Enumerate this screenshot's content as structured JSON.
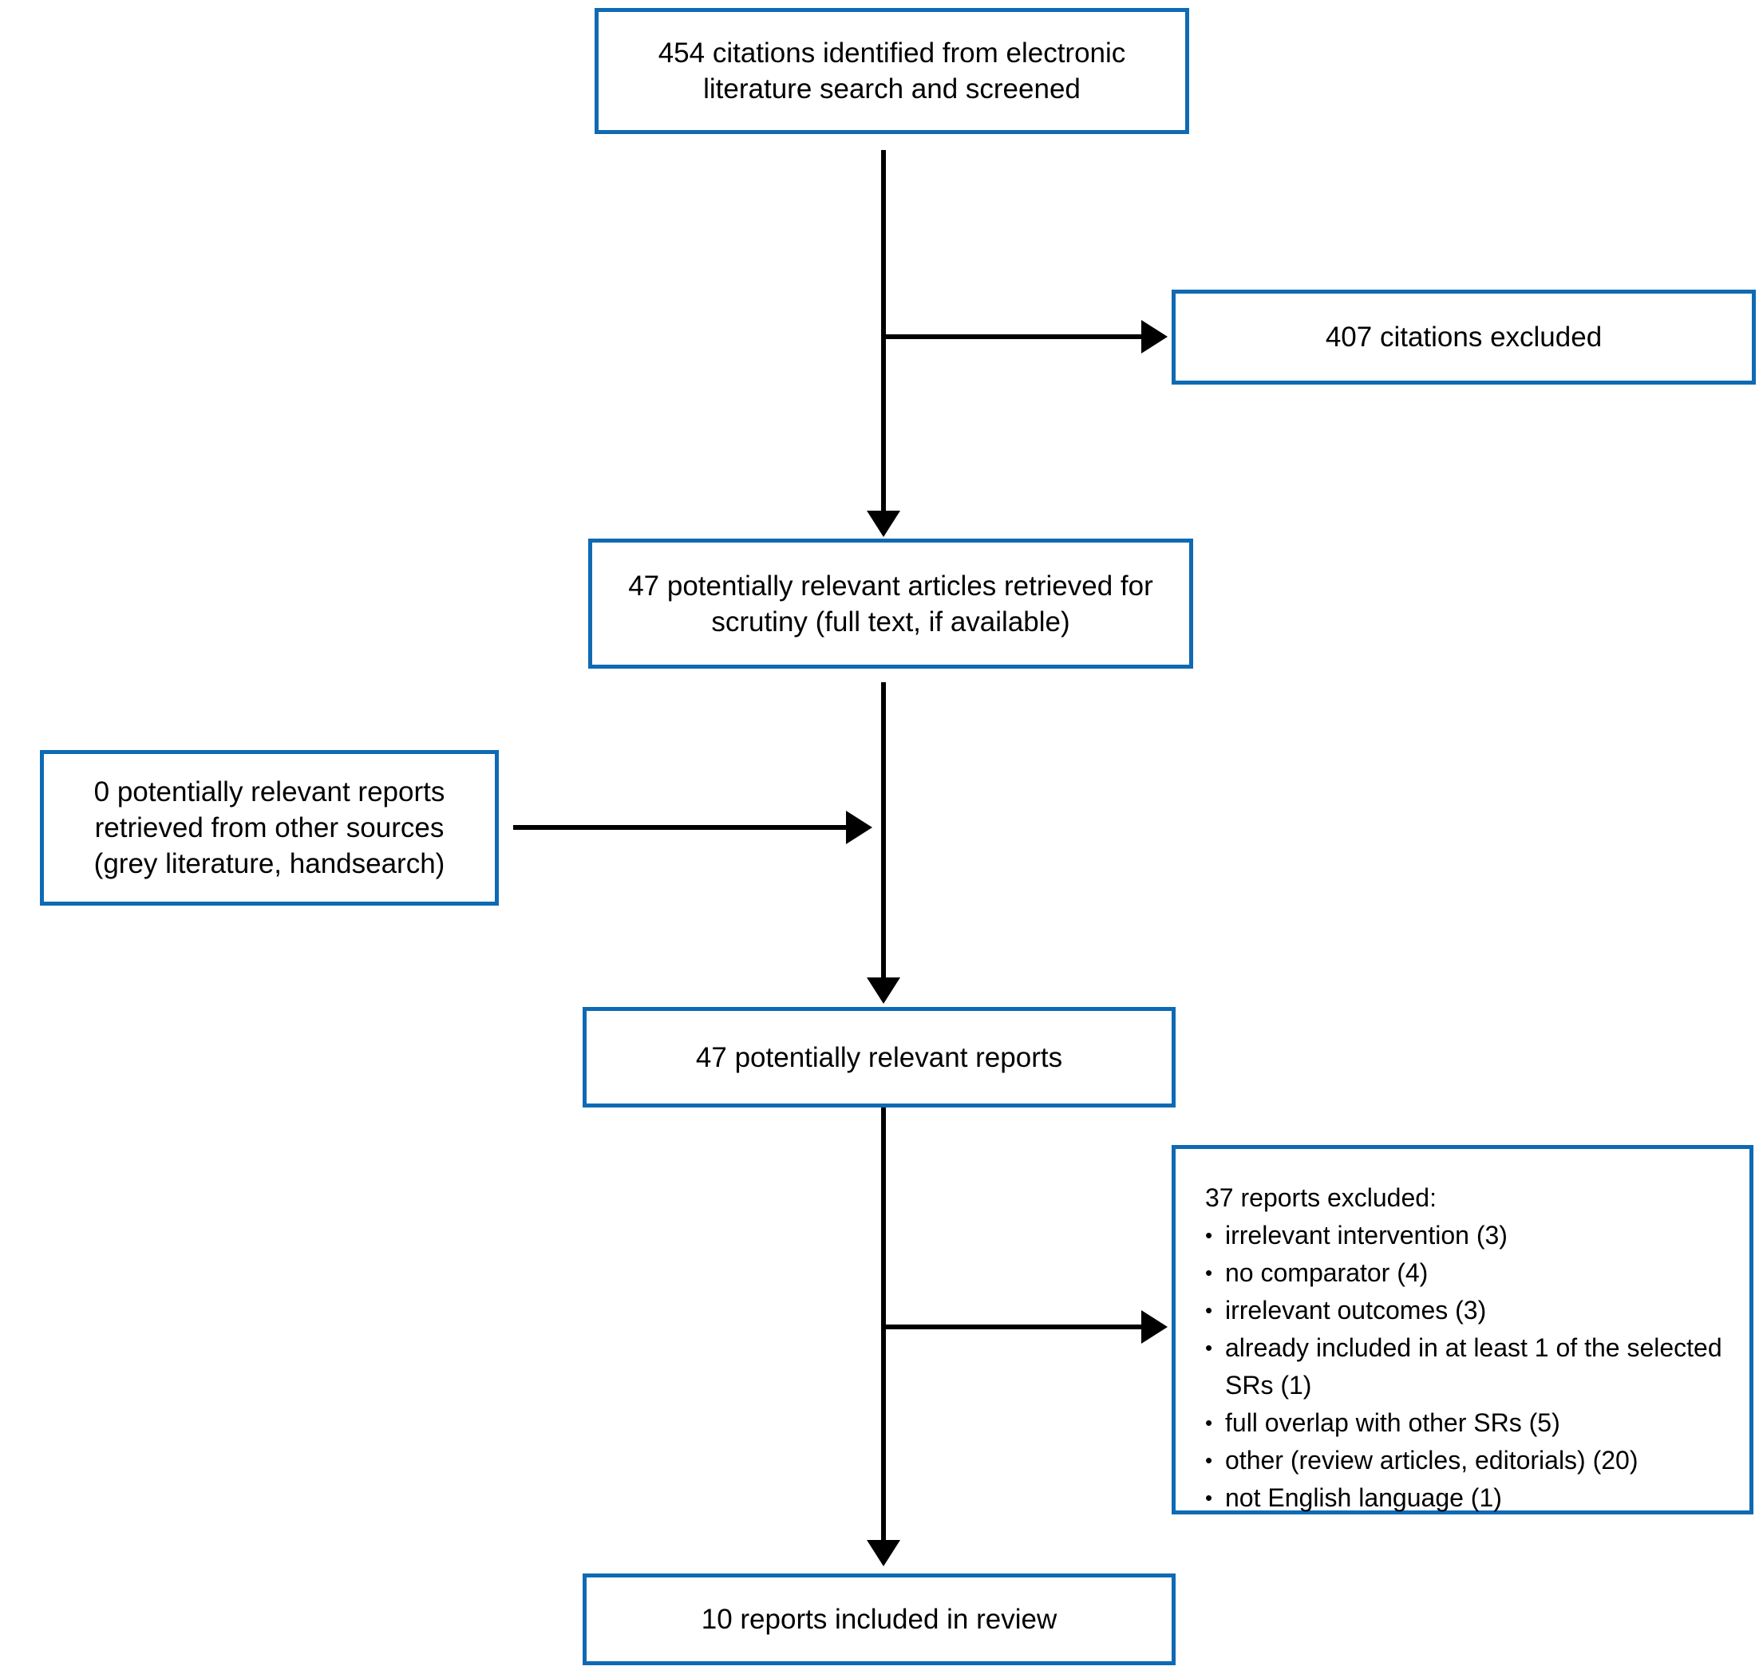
{
  "accent_color": "#0f6ab4",
  "flow": {
    "identified": "454 citations identified from electronic literature search and screened",
    "citations_excluded": "407 citations excluded",
    "articles_retrieved": "47 potentially relevant articles retrieved for scrutiny (full text, if available)",
    "other_sources": "0 potentially relevant reports retrieved from other sources (grey literature, handsearch)",
    "relevant_reports": "47 potentially relevant reports",
    "reports_excluded": {
      "title": "37 reports excluded:",
      "bullet": "•",
      "items": [
        "irrelevant intervention (3)",
        "no comparator (4)",
        "irrelevant outcomes (3)",
        "already included in at least 1 of the selected SRs (1)",
        "full overlap with other SRs (5)",
        "other (review articles, editorials) (20)",
        "not English language (1)"
      ]
    },
    "included": "10 reports included in review"
  }
}
